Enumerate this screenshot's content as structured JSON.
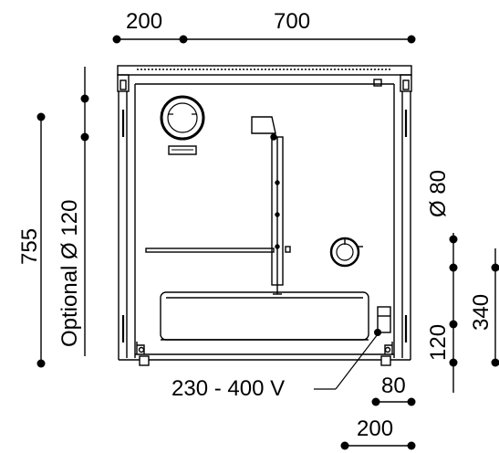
{
  "dimensions": {
    "top_left": "200",
    "top_right": "700",
    "height_total": "755",
    "optional_flue": "Optional Ø 120",
    "flue_right": "Ø 80",
    "right_low": "120",
    "right_high": "340",
    "voltage": "230 - 400 V",
    "bottom_small": "80",
    "bottom_large": "200"
  },
  "colors": {
    "line": "#000000",
    "background": "#ffffff"
  }
}
